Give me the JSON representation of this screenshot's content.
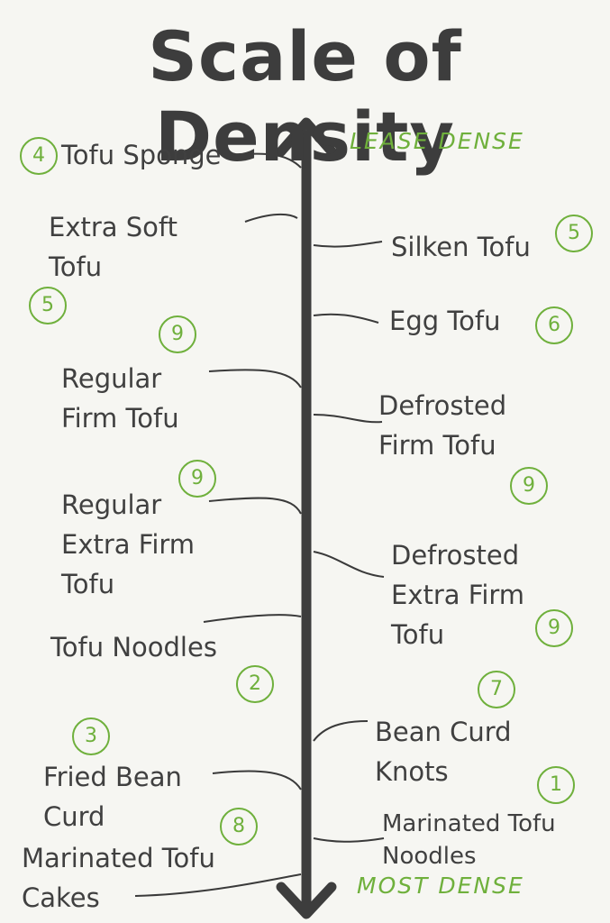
{
  "title": "Scale of Density",
  "top_label": "LEASE DENSE",
  "bottom_label": "MOST DENSE",
  "left_items": [
    {
      "label": "Tofu Sponge",
      "number": "4"
    },
    {
      "label": "Extra Soft Tofu",
      "number": "5"
    },
    {
      "label": "Regular Firm Tofu",
      "number": "9"
    },
    {
      "label": "Regular Extra Firm Tofu",
      "number": "9"
    },
    {
      "label": "Tofu Noodles",
      "number": "2"
    },
    {
      "label": "Fried Bean Curd",
      "number": "3"
    },
    {
      "label": "Marinated Tofu Cakes",
      "number": "8"
    }
  ],
  "right_items": [
    {
      "label": "Silken Tofu",
      "number": "5"
    },
    {
      "label": "Egg Tofu",
      "number": "6"
    },
    {
      "label": "Defrosted Firm Tofu",
      "number": "9"
    },
    {
      "label": "Defrosted Extra Firm Tofu",
      "number": "9"
    },
    {
      "label": "Bean Curd Knots",
      "number": "7"
    },
    {
      "label": "Marinated Tofu Noodles",
      "number": "1"
    }
  ],
  "colors": {
    "ink": "#3a3a3a",
    "accent": "#6fb03c",
    "paper": "#f6f6f2"
  }
}
